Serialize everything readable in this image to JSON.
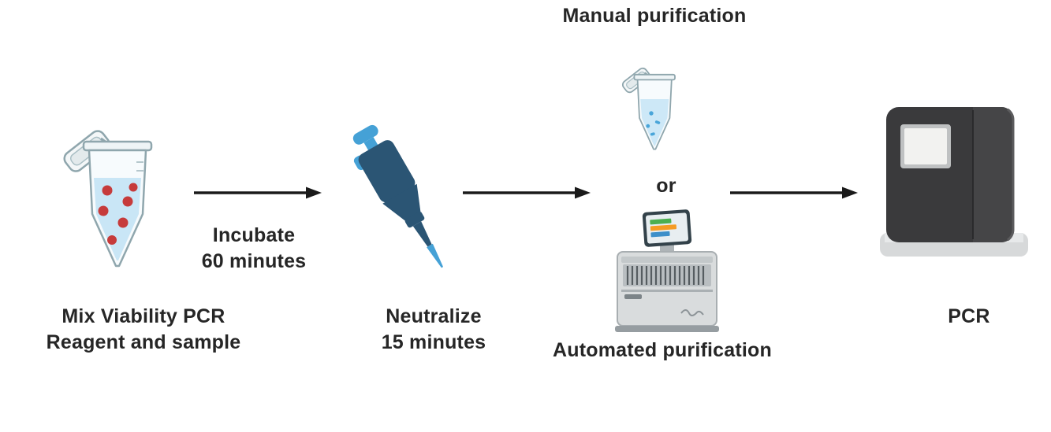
{
  "labels": {
    "step1_line1": "Mix Viability PCR",
    "step1_line2": "Reagent and sample",
    "incubate_line1": "Incubate",
    "incubate_line2": "60 minutes",
    "step2_line1": "Neutralize",
    "step2_line2": "15 minutes",
    "manual": "Manual purification",
    "or": "or",
    "automated": "Automated purification",
    "pcr": "PCR"
  },
  "icons": {
    "step1": "microcentrifuge-tube-icon",
    "step2": "pipette-icon",
    "manual": "purification-tube-icon",
    "automated": "automated-purification-instrument-icon",
    "pcr": "pcr-thermocycler-icon",
    "arrows": "arrow-right-icon"
  },
  "colors": {
    "text": "#262626",
    "arrow": "#1a1a1a",
    "tube_outline": "#8fa6ad",
    "tube_liquid": "#c9e6f6",
    "sample_dots": "#c63b3b",
    "pipette_dark": "#2b5574",
    "pipette_light": "#45a1d6",
    "instrument_gray": "#d9dcdd",
    "screen_bar_green": "#4caf50",
    "screen_bar_orange": "#f59b23",
    "screen_bar_blue": "#3d8fc9",
    "pcr_body": "#3a3a3c",
    "pcr_base": "#d7d9da"
  }
}
